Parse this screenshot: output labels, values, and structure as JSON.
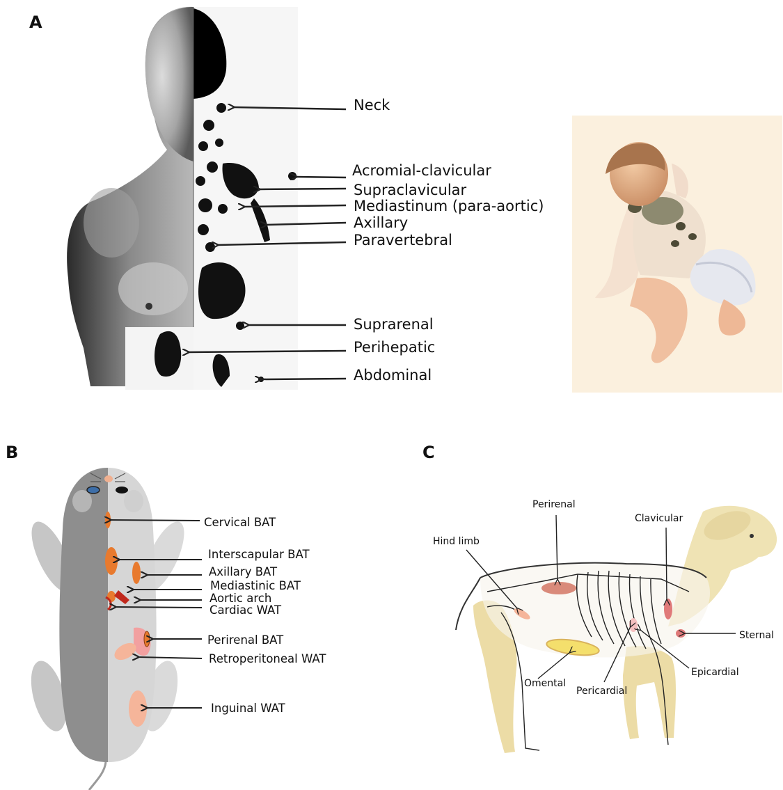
{
  "panels": {
    "a": {
      "letter": "A",
      "labels": [
        "Neck",
        "Acromial-clavicular",
        "Supraclavicular",
        "Mediastinum (para-aortic)",
        "Axillary",
        "Paravertebral",
        "Suprarenal",
        "Perihepatic",
        "Abdominal"
      ]
    },
    "b": {
      "letter": "B",
      "labels": [
        "Cervical BAT",
        "Interscapular BAT",
        "Axillary BAT",
        "Mediastinic BAT",
        "Aortic arch",
        "Cardiac WAT",
        "Perirenal BAT",
        "Retroperitoneal WAT",
        "Inguinal WAT"
      ]
    },
    "c": {
      "letter": "C",
      "labels": [
        "Perirenal",
        "Clavicular",
        "Hind limb",
        "Sternal",
        "Epicardial",
        "Omental",
        "Pericardial"
      ]
    }
  },
  "colors": {
    "bat_orange": "#e87a2e",
    "wat_pink": "#f5b59a",
    "aortic_red": "#c0281c",
    "sheep_fleece": "#efe3b4",
    "infant_bg": "#fbf0de"
  }
}
